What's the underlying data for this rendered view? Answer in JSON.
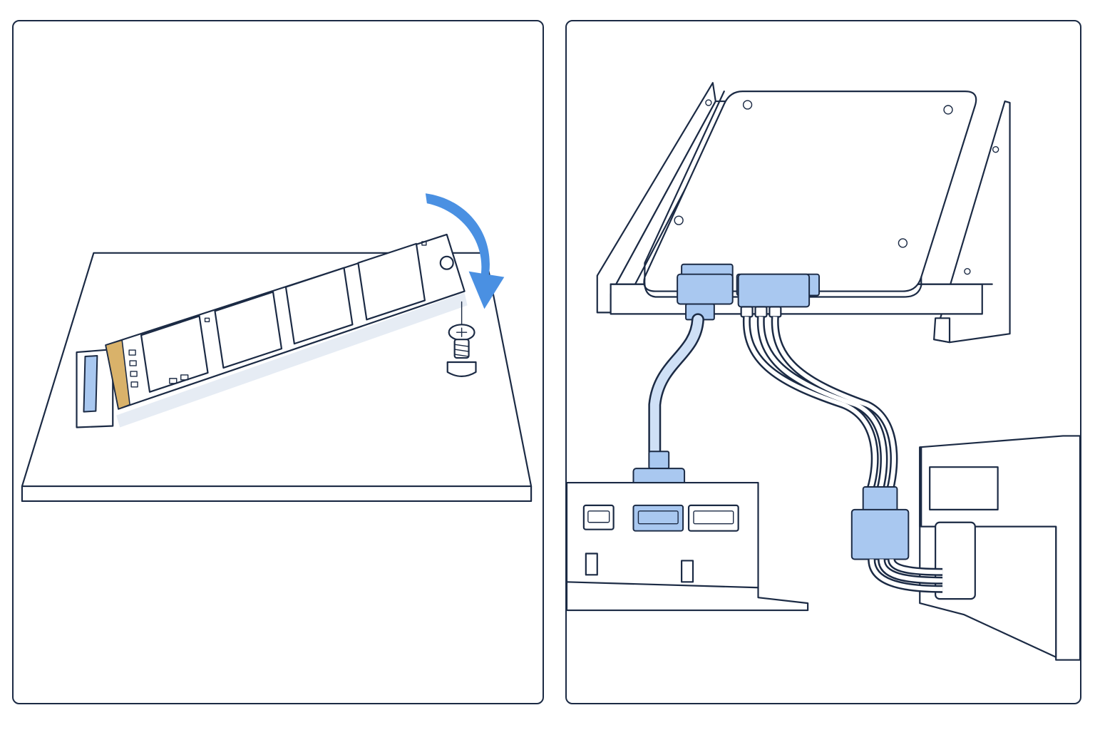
{
  "colors": {
    "ink": "#1b2a44",
    "accent_blue": "#4a90e2",
    "connector_blue_fill": "#a9c8f0",
    "gold_contacts": "#d9b26a",
    "background": "#ffffff"
  },
  "panels": [
    {
      "id": "m2-install",
      "parts": [
        "motherboard",
        "m2-slot",
        "m2-ssd",
        "standoff-screw",
        "rotate-down-arrow"
      ]
    },
    {
      "id": "sata-ssd-install",
      "parts": [
        "mounting-bracket",
        "sata-ssd",
        "sata-data-cable",
        "sata-power-cable",
        "motherboard-sata-ports",
        "power-supply"
      ]
    }
  ],
  "icons": [
    "curved-arrow-icon",
    "screw-icon"
  ]
}
